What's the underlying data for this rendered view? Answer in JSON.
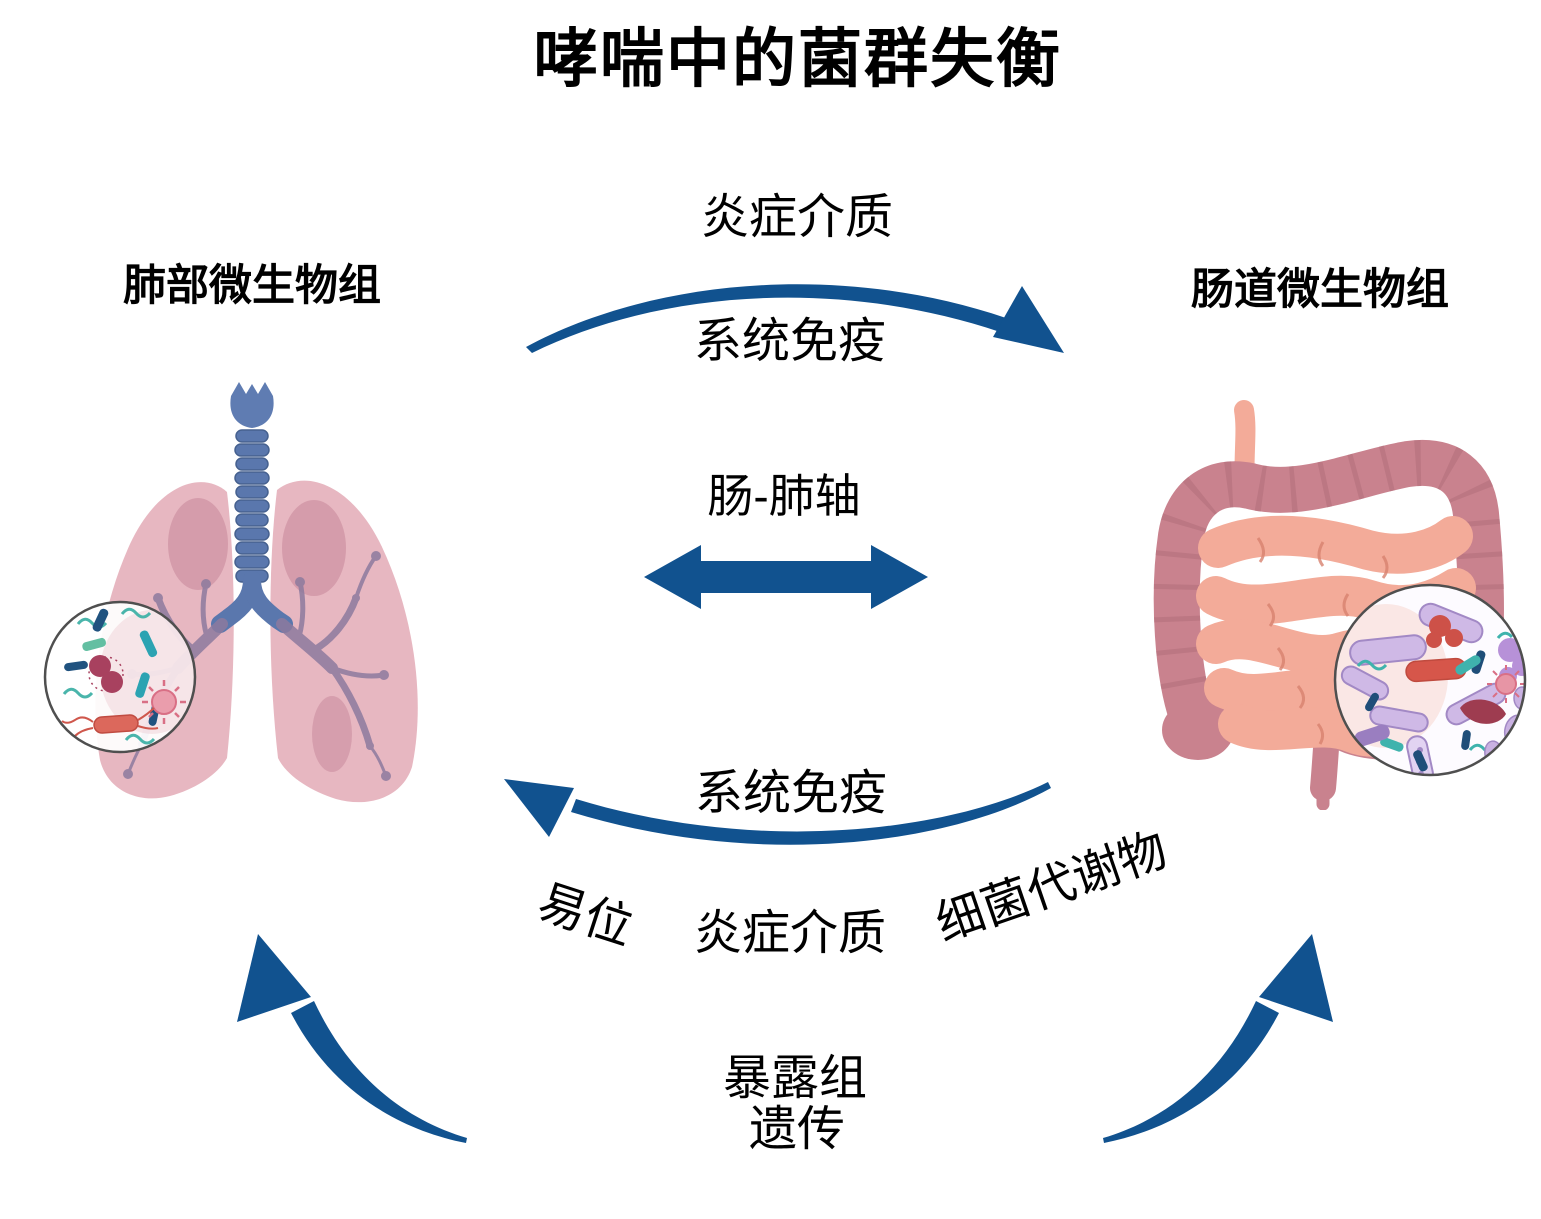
{
  "diagram": {
    "title": "哮喘中的菌群失衡",
    "nodes": {
      "lung": {
        "label": "肺部微生物组",
        "illustration": "lungs-with-microbiome-magnifier"
      },
      "gut": {
        "label": "肠道微生物组",
        "illustration": "intestines-with-microbiome-magnifier"
      }
    },
    "arrows": {
      "lung_to_gut": {
        "label_above": "炎症介质",
        "label_below": "系统免疫",
        "direction": "left-to-right"
      },
      "axis": {
        "label": "肠-肺轴",
        "direction": "bidirectional"
      },
      "gut_to_lung": {
        "label_above": "系统免疫",
        "label_tilted_left": "易位",
        "label_center": "炎症介质",
        "label_tilted_right": "细菌代谢物",
        "direction": "right-to-left"
      },
      "inputs": {
        "line1": "暴露组",
        "line2": "遗传"
      }
    },
    "colors": {
      "arrow": "#11528F",
      "text": "#000000",
      "background": "#FFFFFF",
      "lung_pink": "#E7B7C1",
      "lung_shade": "#CF93A3",
      "trachea_blue": "#5A77AD",
      "bronchi_mauve": "#8D7A9E",
      "colon_rose": "#C9828E",
      "small_intestine_salmon": "#F3AB99",
      "magnifier_ring": "#4F4F4F"
    }
  }
}
